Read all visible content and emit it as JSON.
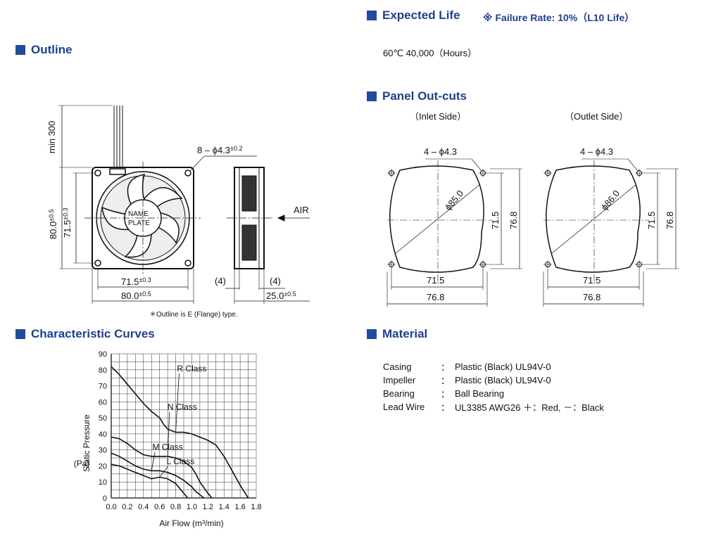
{
  "sections": {
    "outline": "Outline",
    "expected_life": "Expected Life",
    "panel_outcuts": "Panel Out-cuts",
    "characteristic_curves": "Characteristic Curves",
    "material": "Material"
  },
  "life": {
    "failure_rate": "※ Failure Rate: 10%（L10 Life）",
    "value": "60℃ 40,000（Hours）"
  },
  "outline": {
    "lead": "min 300",
    "holes": "8 – ϕ4.3",
    "holes_tol": "±0.2",
    "height_outer": "80.0",
    "height_outer_tol": "±0.5",
    "height_pitch": "71.5",
    "height_pitch_tol": "±0.3",
    "width_pitch": "71.5",
    "width_pitch_tol": "±0.3",
    "width_outer": "80.0",
    "width_outer_tol": "±0.5",
    "nameplate_1": "NAME",
    "nameplate_2": "PLATE",
    "air": "AIR",
    "flange_left": "(4)",
    "flange_right": "(4)",
    "depth": "25.0",
    "depth_tol": "±0.5",
    "footnote": "＊Outline is E (Flange) type."
  },
  "panel": {
    "inlet": {
      "label": "（Inlet Side）",
      "holes": "4 – ϕ4.3",
      "diameter": "ϕ85.0",
      "pitch_v": "71.5",
      "outer_v": "76.8",
      "pitch_h": "71.5",
      "outer_h": "76.8"
    },
    "outlet": {
      "label": "（Outlet Side）",
      "holes": "4 – ϕ4.3",
      "diameter": "ϕ86.0",
      "pitch_v": "71.5",
      "outer_v": "76.8",
      "pitch_h": "71.5",
      "outer_h": "76.8"
    }
  },
  "chart_data": {
    "type": "line",
    "xlabel": "Air Flow  (m³/min)",
    "ylabel": "Static Pressure",
    "yunit": "(Pa)",
    "xlim": [
      0,
      1.8
    ],
    "ylim": [
      0,
      90
    ],
    "x_ticks": [
      "0.0",
      "0.2",
      "0.4",
      "0.6",
      "0.8",
      "1.0",
      "1.2",
      "1.4",
      "1.6",
      "1.8"
    ],
    "y_ticks": [
      "0",
      "10",
      "20",
      "30",
      "40",
      "50",
      "60",
      "70",
      "80",
      "90"
    ],
    "grid": true,
    "series": [
      {
        "name": "R Class",
        "x": [
          0,
          0.1,
          0.2,
          0.3,
          0.4,
          0.5,
          0.6,
          0.65,
          0.7,
          0.8,
          0.9,
          1.0,
          1.1,
          1.2,
          1.3,
          1.4,
          1.5,
          1.6,
          1.7
        ],
        "y": [
          82,
          77,
          71,
          65,
          59,
          54,
          50,
          46,
          43,
          41,
          41,
          40,
          38,
          36,
          33,
          26,
          17,
          8,
          0
        ]
      },
      {
        "name": "N Class",
        "x": [
          0,
          0.1,
          0.2,
          0.3,
          0.4,
          0.5,
          0.6,
          0.7,
          0.8,
          0.9,
          1.0,
          1.05,
          1.1,
          1.2,
          1.25
        ],
        "y": [
          38,
          37,
          34,
          30,
          27,
          26,
          26,
          26,
          25,
          23,
          19,
          15,
          10,
          3,
          0
        ]
      },
      {
        "name": "M Class",
        "x": [
          0,
          0.1,
          0.2,
          0.3,
          0.4,
          0.5,
          0.6,
          0.7,
          0.8,
          0.9,
          1.0,
          1.05,
          1.1,
          1.15
        ],
        "y": [
          28,
          26,
          23,
          20,
          18,
          17,
          17,
          16,
          14,
          11,
          7,
          4,
          2,
          0
        ]
      },
      {
        "name": "L Class",
        "x": [
          0,
          0.1,
          0.2,
          0.3,
          0.4,
          0.5,
          0.6,
          0.7,
          0.8,
          0.85,
          0.9,
          0.95
        ],
        "y": [
          21,
          20,
          18,
          16,
          14,
          12,
          13,
          12,
          9,
          6,
          3,
          0
        ]
      }
    ],
    "label_pos": {
      "R Class": [
        1.0,
        79
      ],
      "N Class": [
        0.88,
        55
      ],
      "M Class": [
        0.7,
        30
      ],
      "L Class": [
        0.86,
        21
      ]
    }
  },
  "material": [
    {
      "key": "Casing",
      "sep": "：",
      "value": "Plastic (Black) UL94V-0"
    },
    {
      "key": "Impeller",
      "sep": "：",
      "value": "Plastic (Black) UL94V-0"
    },
    {
      "key": "Bearing",
      "sep": "：",
      "value": "Ball Bearing"
    },
    {
      "key": "Lead Wire",
      "sep": "：",
      "value": "UL3385 AWG26 ＋：Red, －：Black"
    }
  ]
}
